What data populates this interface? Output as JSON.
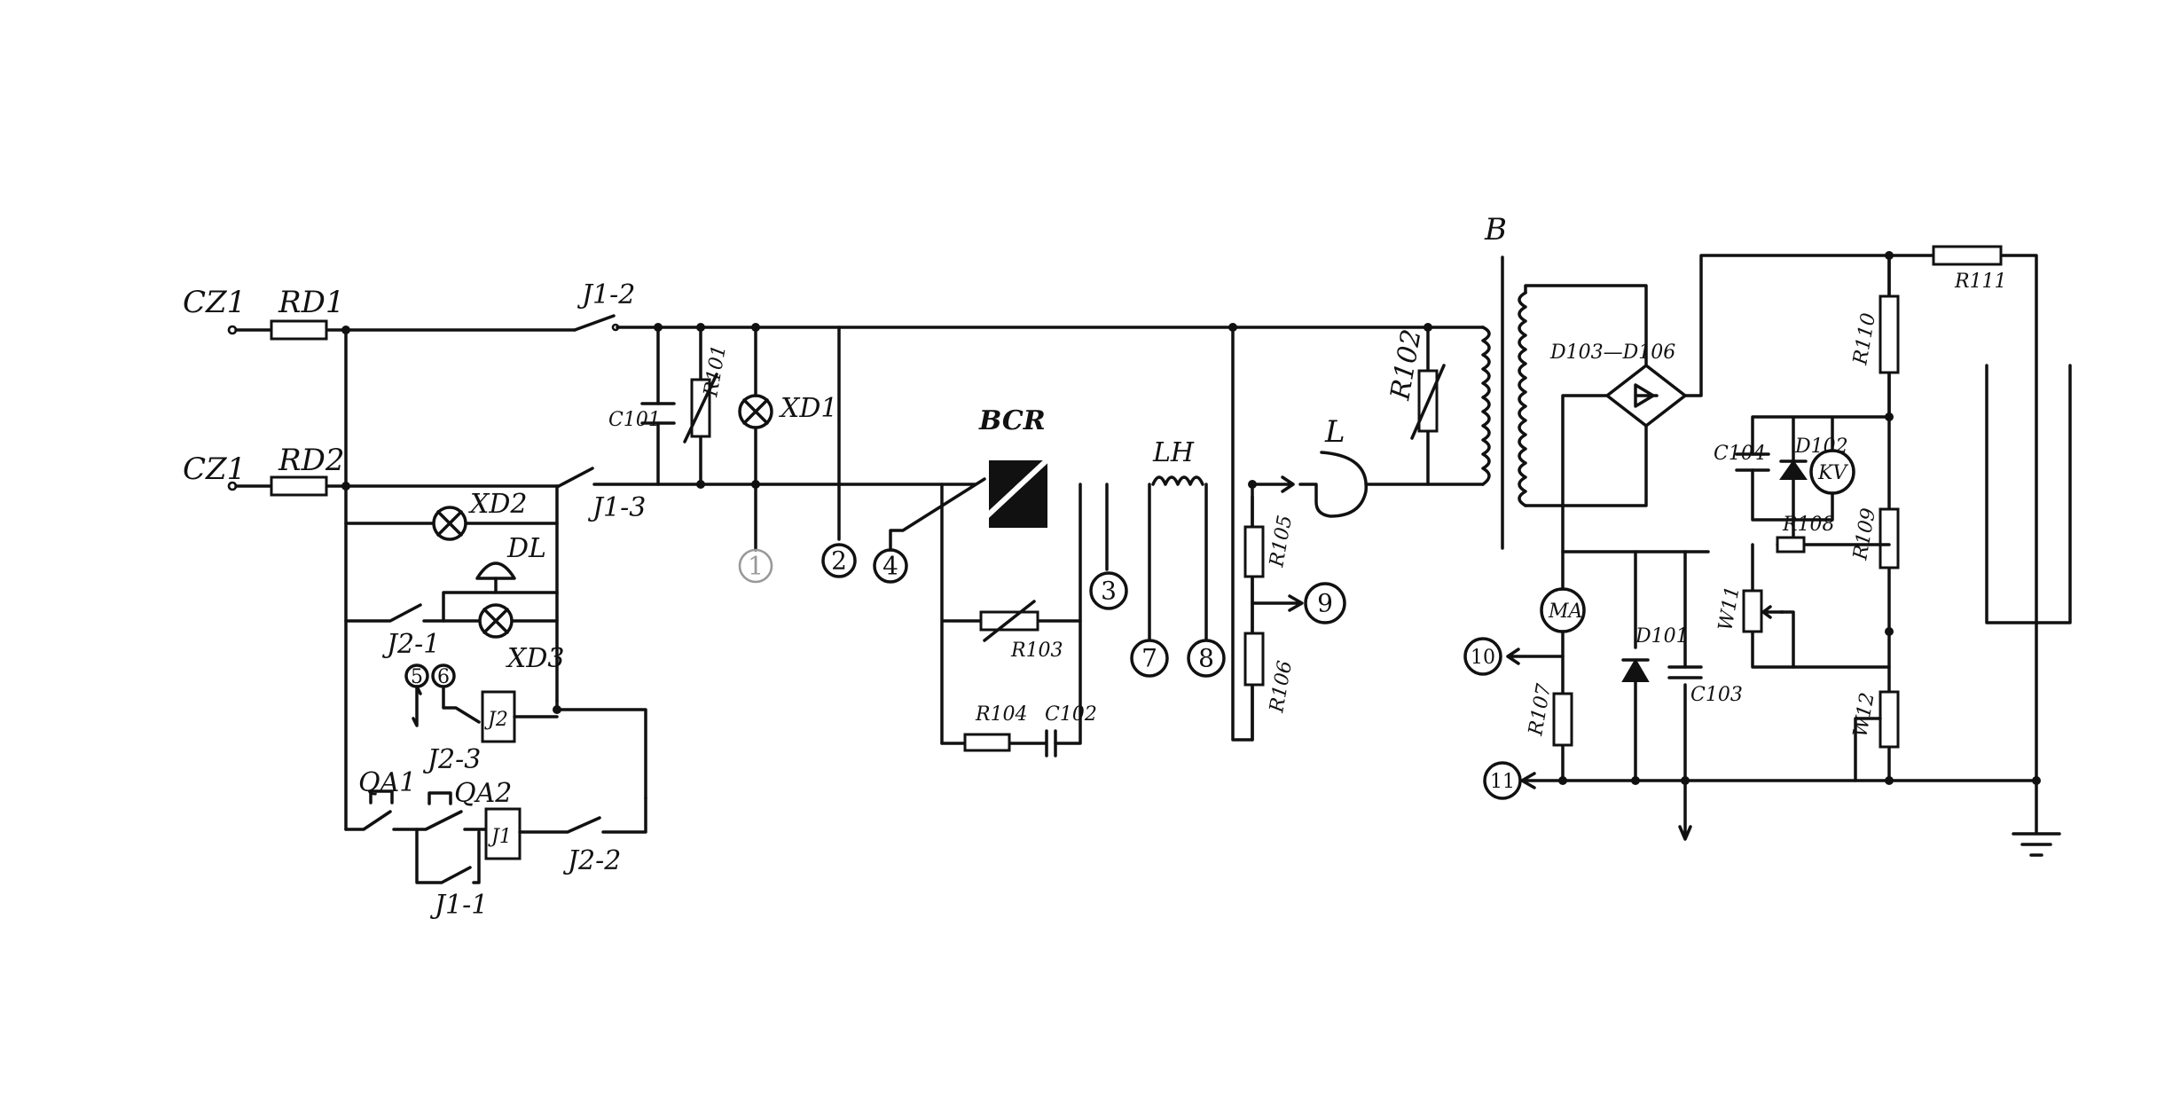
{
  "labels": {
    "cz1_top": "CZ1",
    "cz1_bottom": "CZ1",
    "rd1": "RD1",
    "rd2": "RD2",
    "j1_2": "J1-2",
    "j1_3": "J1-3",
    "xd1": "XD1",
    "xd2": "XD2",
    "xd3": "XD3",
    "dl": "DL",
    "j2_1": "J2-1",
    "j2_3": "J2-3",
    "j2_2": "J2-2",
    "j1_1": "J1-1",
    "qa1": "QA1",
    "qa2": "QA2",
    "j2_coil": "J2",
    "j1_coil": "J1",
    "c101": "C101",
    "r101": "R101",
    "bcr": "BCR",
    "r103": "R103",
    "r104": "R104",
    "c102": "C102",
    "lh": "LH",
    "l": "L",
    "r105": "R105",
    "r106": "R106",
    "r102": "R102",
    "b": "B",
    "d103_d106": "D103—D106",
    "c104": "C104",
    "d102": "D102",
    "kv": "KV",
    "r108": "R108",
    "w11": "W11",
    "ma": "MA",
    "d101": "D101",
    "c103": "C103",
    "r107": "R107",
    "r110": "R110",
    "r109": "R109",
    "r111": "R111",
    "w12": "W12"
  },
  "terminals": {
    "t1": "1",
    "t2": "2",
    "t3": "3",
    "t4": "4",
    "t5": "5",
    "t6": "6",
    "t7": "7",
    "t8": "8",
    "t9": "9",
    "t10": "10",
    "t11": "11"
  }
}
